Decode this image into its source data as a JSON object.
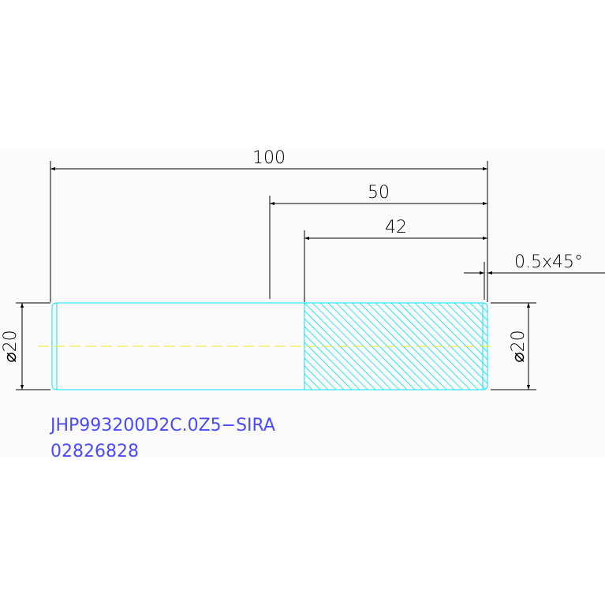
{
  "dimensions": {
    "overall_length": "100",
    "length_50": "50",
    "length_42": "42",
    "chamfer": "0.5x45°",
    "diameter_left": "⌀20",
    "diameter_right": "⌀20"
  },
  "caption": {
    "part_number": "JHP993200D2C.0Z5−SIRA",
    "code": "02826828"
  },
  "colors": {
    "part_outline": "#00e6ff",
    "centerline": "#e8e820",
    "caption": "#4a4aff",
    "dimension": "#000000"
  }
}
